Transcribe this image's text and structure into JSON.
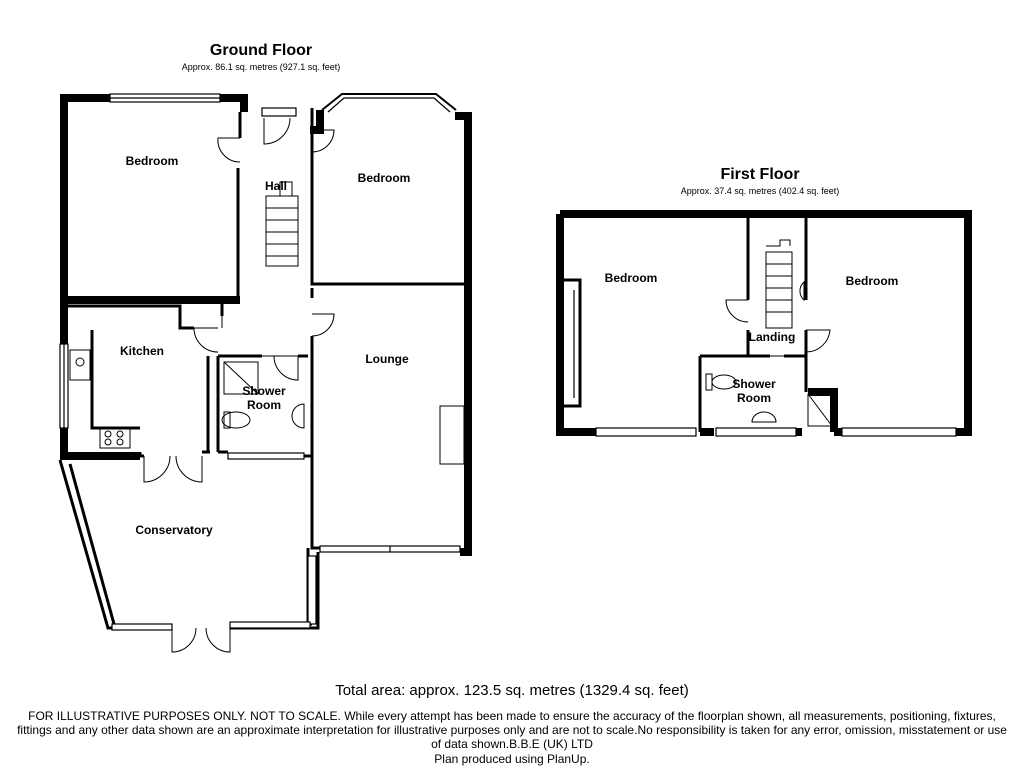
{
  "ground_floor": {
    "title": "Ground Floor",
    "area": "Approx. 86.1 sq. metres (927.1 sq. feet)",
    "rooms": {
      "bedroom_1": "Bedroom",
      "hall": "Hall",
      "bedroom_2": "Bedroom",
      "kitchen": "Kitchen",
      "lounge": "Lounge",
      "shower_room": "Shower\nRoom",
      "conservatory": "Conservatory"
    }
  },
  "first_floor": {
    "title": "First Floor",
    "area": "Approx. 37.4 sq. metres (402.4 sq. feet)",
    "rooms": {
      "bedroom_1": "Bedroom",
      "bedroom_2": "Bedroom",
      "landing": "Landing",
      "shower_room": "Shower\nRoom"
    }
  },
  "footer": {
    "total_area": "Total area: approx. 123.5 sq. metres (1329.4 sq. feet)",
    "disclaimer": "FOR ILLUSTRATIVE PURPOSES ONLY. NOT TO SCALE. While every attempt has been made to ensure the accuracy of the floorplan shown, all measurements, positioning, fixtures, fittings and any other data shown are an approximate interpretation for illustrative purposes only and are not to scale.No responsibility is taken for any error, omission, misstatement or use of data shown.B.B.E (UK) LTD",
    "credit": "Plan produced using PlanUp."
  },
  "colors": {
    "wall": "#000000",
    "background": "#ffffff"
  }
}
